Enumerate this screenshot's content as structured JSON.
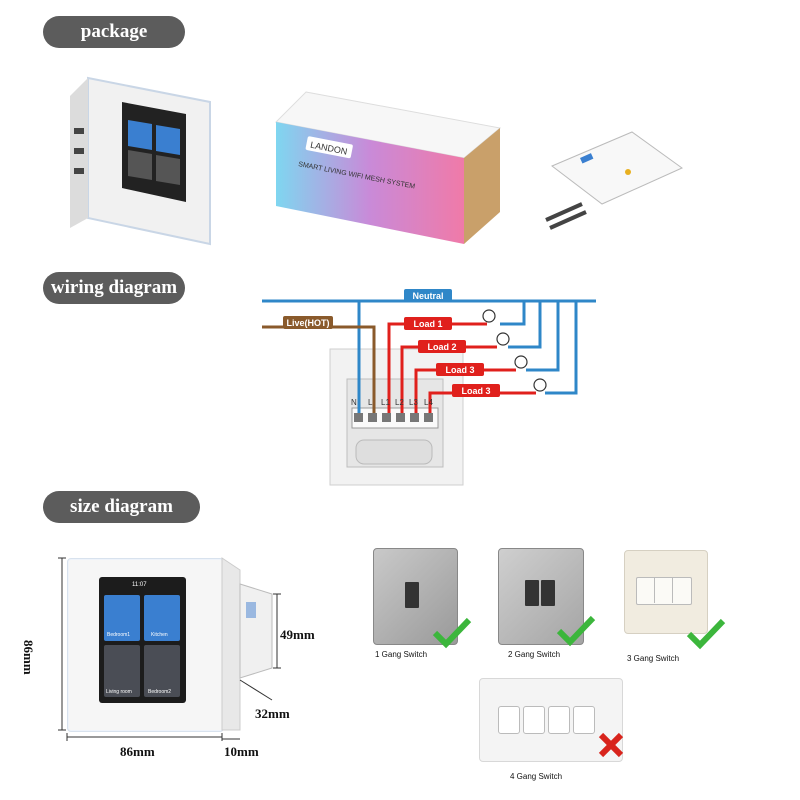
{
  "sections": {
    "package": "package",
    "wiring": "wiring diagram",
    "size": "size diagram"
  },
  "package_box": {
    "brand": "LANDON",
    "side_text": "SMART LIVING WIFI MESH SYSTEM"
  },
  "wiring": {
    "neutral": "Neutral",
    "live": "Live(HOT)",
    "loads": [
      "Load 1",
      "Load 2",
      "Load 3",
      "Load 3"
    ],
    "terminals": [
      "N",
      "L",
      "L1",
      "L2",
      "L3",
      "L4"
    ],
    "colors": {
      "neutral": "#2f87c8",
      "live": "#8a5a2b",
      "load": "#e0201c"
    }
  },
  "size": {
    "height": "86mm",
    "width": "86mm",
    "depth_back": "49mm",
    "depth_side": "32mm",
    "thickness": "10mm",
    "screen_time": "11:07",
    "tiles": [
      "Bedroom1",
      "Kitchen",
      "Living room",
      "Bedroom2"
    ]
  },
  "switches": [
    {
      "label": "1 Gang Switch",
      "compatible": true
    },
    {
      "label": "2 Gang Switch",
      "compatible": true
    },
    {
      "label": "3 Gang Switch",
      "compatible": true
    },
    {
      "label": "4 Gang Switch",
      "compatible": false
    }
  ]
}
